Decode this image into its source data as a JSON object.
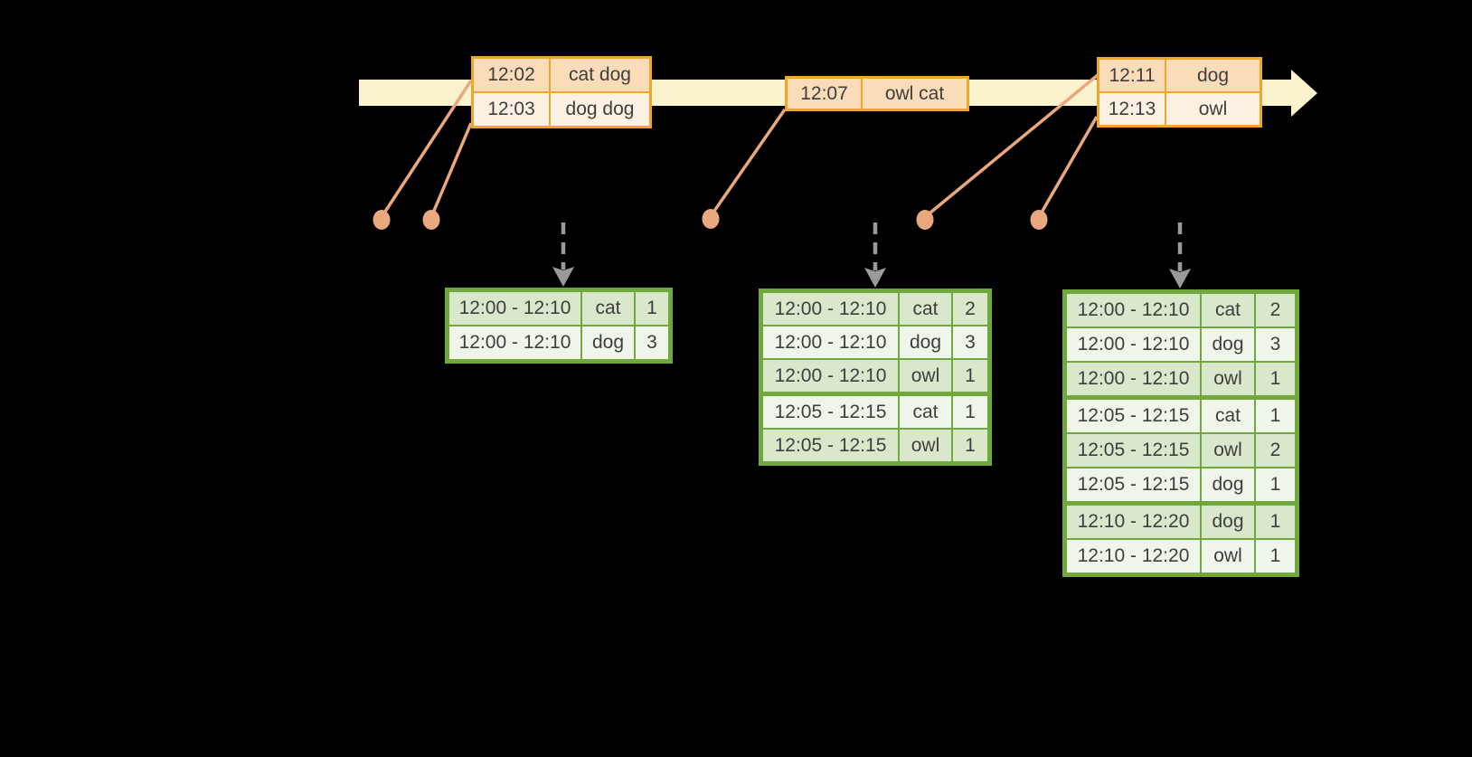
{
  "colors": {
    "background": "#000000",
    "timeline_fill": "#FBF2CE",
    "event_border": "#F0A62A",
    "event_row_odd": "#FADCB8",
    "event_row_even": "#FCF1E2",
    "connector": "#E9A87E",
    "trigger_arrow": "#9A9A9A",
    "result_border": "#70A83C",
    "result_row_odd": "#D9E7CB",
    "result_row_even": "#F0F5EA",
    "text": "#3E3E3E"
  },
  "event_tables": [
    {
      "rows": [
        {
          "time": "12:02",
          "words": "cat dog"
        },
        {
          "time": "12:03",
          "words": "dog dog"
        }
      ]
    },
    {
      "rows": [
        {
          "time": "12:07",
          "words": "owl cat"
        }
      ]
    },
    {
      "rows": [
        {
          "time": "12:11",
          "words": "dog"
        },
        {
          "time": "12:13",
          "words": "owl"
        }
      ]
    }
  ],
  "result_tables": [
    {
      "group_breaks": [],
      "rows": [
        {
          "window": "12:00 - 12:10",
          "word": "cat",
          "count": "1"
        },
        {
          "window": "12:00 - 12:10",
          "word": "dog",
          "count": "3"
        }
      ]
    },
    {
      "group_breaks": [
        3
      ],
      "rows": [
        {
          "window": "12:00 - 12:10",
          "word": "cat",
          "count": "2"
        },
        {
          "window": "12:00 - 12:10",
          "word": "dog",
          "count": "3"
        },
        {
          "window": "12:00 - 12:10",
          "word": "owl",
          "count": "1"
        },
        {
          "window": "12:05 - 12:15",
          "word": "cat",
          "count": "1"
        },
        {
          "window": "12:05 - 12:15",
          "word": "owl",
          "count": "1"
        }
      ]
    },
    {
      "group_breaks": [
        3,
        6
      ],
      "rows": [
        {
          "window": "12:00 - 12:10",
          "word": "cat",
          "count": "2"
        },
        {
          "window": "12:00 - 12:10",
          "word": "dog",
          "count": "3"
        },
        {
          "window": "12:00 - 12:10",
          "word": "owl",
          "count": "1"
        },
        {
          "window": "12:05 - 12:15",
          "word": "cat",
          "count": "1"
        },
        {
          "window": "12:05 - 12:15",
          "word": "owl",
          "count": "2"
        },
        {
          "window": "12:05 - 12:15",
          "word": "dog",
          "count": "1"
        },
        {
          "window": "12:10 - 12:20",
          "word": "dog",
          "count": "1"
        },
        {
          "window": "12:10 - 12:20",
          "word": "owl",
          "count": "1"
        }
      ]
    }
  ]
}
